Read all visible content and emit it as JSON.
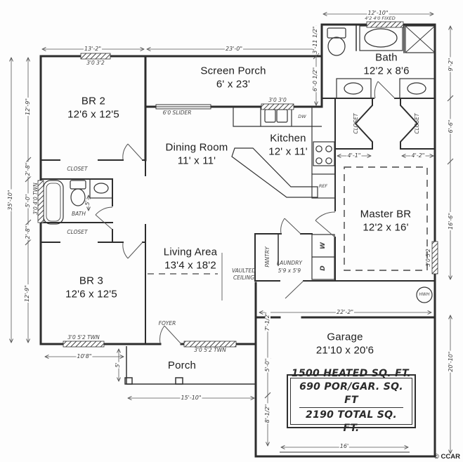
{
  "copyright": "© CCAR",
  "rooms": {
    "br2": {
      "name": "BR 2",
      "size": "12'6 x 12'5"
    },
    "screen_porch": {
      "name": "Screen Porch",
      "size": "6' x 23'"
    },
    "bath_master": {
      "name": "Bath",
      "size": "12'2 x 8'6"
    },
    "dining": {
      "name": "Dining Room",
      "size": "11' x 11'"
    },
    "kitchen": {
      "name": "Kitchen",
      "size": "12' x 11'"
    },
    "master_br": {
      "name": "Master BR",
      "size": "12'2 x 16'"
    },
    "living": {
      "name": "Living Area",
      "size": "13'4 x 18'2"
    },
    "br3": {
      "name": "BR 3",
      "size": "12'6 x 12'5"
    },
    "garage": {
      "name": "Garage",
      "size": "21'10 x 20'6"
    },
    "porch": {
      "name": "Porch"
    }
  },
  "annotations": {
    "closet": "CLOSET",
    "bath_small": "BATH",
    "foyer": "FOYER",
    "pantry": "PANTRY",
    "laundry": "LAUNDRY",
    "laundry_size": "5'9 x 5'9",
    "washer": "W",
    "dryer": "D",
    "hwh": "HWH",
    "ref": "REF",
    "dw": "DW",
    "vaulted_1": "VAULTED",
    "vaulted_2": "CEILING",
    "slider": "6'0 SLIDER",
    "win_br2": "3'0 3'2",
    "win_kitchen": "3'0 3'0",
    "win_bath": "4'2 4'0 FIXED",
    "win_master": "3'0 5'2",
    "win_hall": "3'0 4'0 TWN",
    "win_br3": "3'0 5'2 TWN",
    "win_front": "3'0 5'2 TWN"
  },
  "dimensions": {
    "top_br2": "13'-2\"",
    "top_porch": "23'-0\"",
    "top_bath": "12'-10\"",
    "left_total": "35'-10\"",
    "left_br2": "12'-9\"",
    "left_closet1": "2'-8\"",
    "left_bath": "5'-0\"",
    "left_closet2": "2'-8\"",
    "left_br3": "12'-9\"",
    "right_bath": "9'-2\"",
    "right_closet": "6'-6\"",
    "right_master": "16'-6\"",
    "right_garage": "20'-10\"",
    "bath_upper": "3'-11 1/2\"",
    "bath_lower": "6'-0 1/2\"",
    "closet_left": "4'-1\"",
    "closet_right": "4'-2\"",
    "br3_bottom": "10'8\"",
    "porch_depth": "5'",
    "porch_width": "15'-10\"",
    "garage_top": "22'-2\"",
    "garage_left_1": "7'-1/2\"",
    "garage_left_2": "5'-0\"",
    "garage_left_3": "8'-1/2\"",
    "garage_door": "16'",
    "hall_bath": "5'"
  },
  "area_table": {
    "line1": "1500 HEATED SQ. FT.",
    "line2": "690 POR/GAR. SQ. FT",
    "line3": "2190 TOTAL SQ. FT."
  }
}
